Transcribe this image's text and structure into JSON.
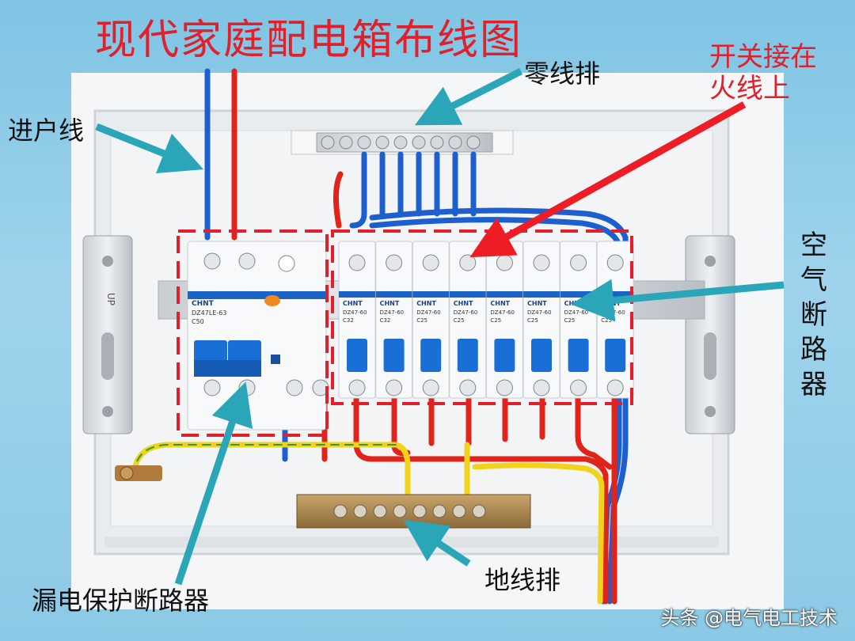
{
  "title": "现代家庭配电箱布线图",
  "labels": {
    "neutral_bar": "零线排",
    "switch_on_live": "开关接在火线上",
    "incoming_line": "进户线",
    "air_breaker": "空气断路器",
    "leakage_breaker": "漏电保护断路器",
    "ground_bar": "地线排"
  },
  "watermark": "头条 @电气电工技术",
  "colors": {
    "title": "#e0202a",
    "arrow_teal": "#2aa6b8",
    "arrow_red": "#ee1c25",
    "live_wire": "#e2231a",
    "neutral_wire": "#1e5fd0",
    "ground_wire_yellow": "#f2d31b",
    "ground_wire_green": "#2e9b3a",
    "breaker_handle": "#1a6fd6"
  },
  "breakers": {
    "brand": "CHNT",
    "rcbo_model": "DZ47LE-63",
    "rcbo_rating": "C50",
    "mcb": [
      {
        "model": "DZ47-60",
        "rating": "C32"
      },
      {
        "model": "DZ47-60",
        "rating": "C32"
      },
      {
        "model": "DZ47-60",
        "rating": "C25"
      },
      {
        "model": "DZ47-60",
        "rating": "C25"
      },
      {
        "model": "DZ47-60",
        "rating": "C25"
      },
      {
        "model": "DZ47-60",
        "rating": "C25"
      },
      {
        "model": "DZ47-60",
        "rating": "C25"
      },
      {
        "model": "DZ47-60",
        "rating": "C25"
      }
    ]
  },
  "bracket_text": "UP"
}
